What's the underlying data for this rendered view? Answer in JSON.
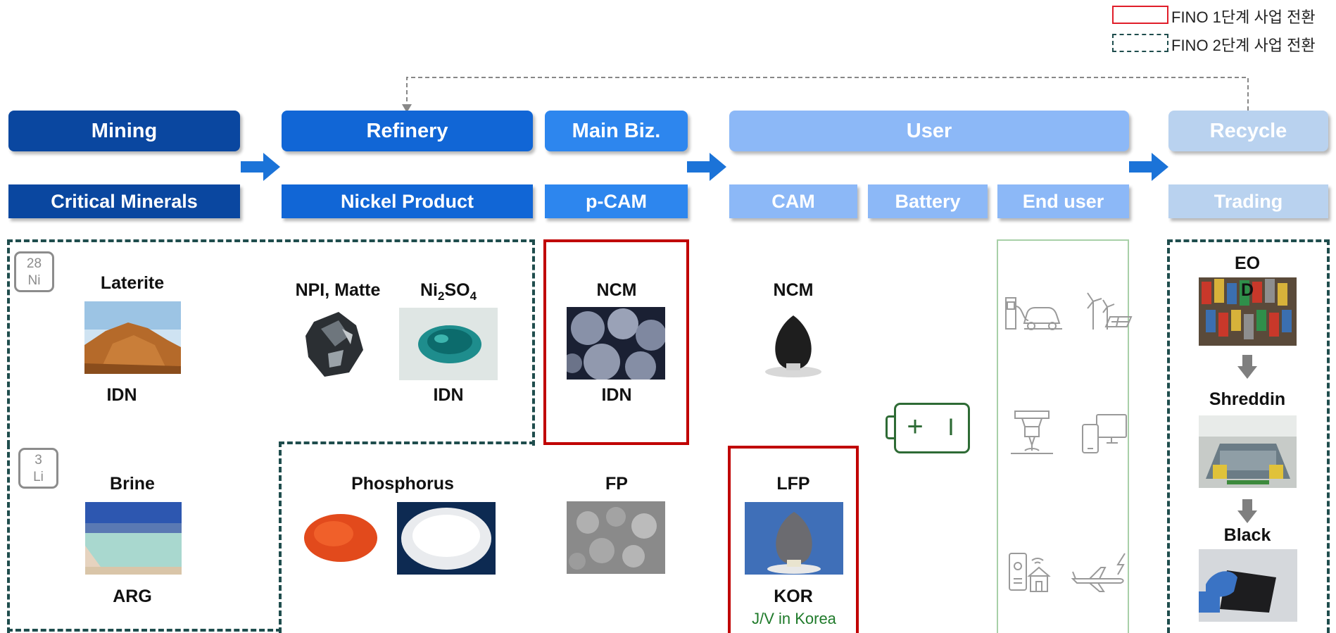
{
  "legend": {
    "phase1": "FINO 1단계 사업 전환",
    "phase2": "FINO 2단계 사업 전환"
  },
  "stages": {
    "mining": "Mining",
    "refinery": "Refinery",
    "main": "Main Biz.",
    "user": "User",
    "recycle": "Recycle"
  },
  "categories": {
    "critical": "Critical Minerals",
    "nickel": "Nickel Product",
    "pcam": "p-CAM",
    "cam": "CAM",
    "battery": "Battery",
    "enduser": "End user",
    "trading": "Trading"
  },
  "elements": {
    "ni": {
      "number": "28",
      "symbol": "Ni"
    },
    "li": {
      "number": "3",
      "symbol": "Li"
    }
  },
  "mining": {
    "laterite": "Laterite",
    "laterite_origin": "IDN",
    "brine": "Brine",
    "brine_origin": "ARG"
  },
  "refinery": {
    "npi": "NPI, Matte",
    "ni2so4_prefix": "Ni",
    "ni2so4_sub1": "2",
    "ni2so4_mid": "SO",
    "ni2so4_sub2": "4",
    "ni2so4_origin": "IDN",
    "phosphorus": "Phosphorus"
  },
  "main": {
    "ncm": "NCM",
    "ncm_origin": "IDN",
    "fp": "FP"
  },
  "cam": {
    "ncm": "NCM",
    "lfp": "LFP",
    "lfp_origin": "KOR",
    "jv": "J/V in Korea"
  },
  "battery_icon": {
    "plus": "+",
    "minus": "I"
  },
  "recycle": {
    "eod_line1": "EO",
    "eod_line2": "D",
    "shredding": "Shreddin",
    "black": "Black"
  },
  "enduser_icons": [
    "ev-charger-icon",
    "wind-solar-icon",
    "drone-icon",
    "devices-icon",
    "smart-home-icon",
    "airplane-icon"
  ],
  "colors": {
    "dark_blue": "#0a47a0",
    "blue": "#1166d6",
    "mid_blue": "#2d86ee",
    "light_blue": "#8cb8f7",
    "pale_blue": "#b9d2ef",
    "red": "#c00000",
    "dark_green": "#1f4d4d",
    "battery_green": "#2e6b35"
  }
}
